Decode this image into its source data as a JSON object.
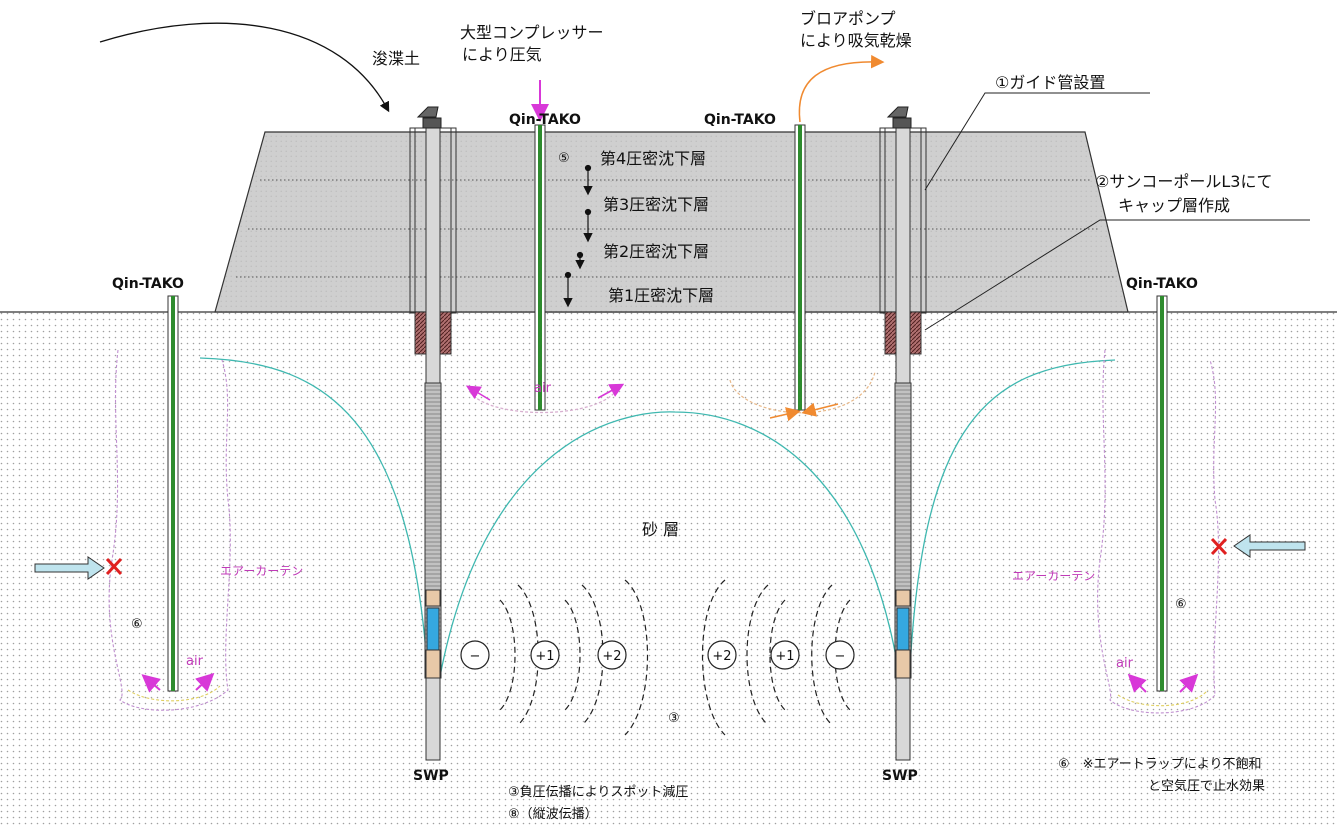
{
  "labels": {
    "dredged_soil": "浚渫土",
    "compressor": [
      "大型コンプレッサー",
      "により圧気"
    ],
    "blower": [
      "ブロアポンプ",
      "により吸気乾燥"
    ],
    "guide_pipe": "①ガイド管設置",
    "cap_layer": [
      "②サンコーポールL3にて",
      "キャップ層作成"
    ],
    "qin_tako": "Qin-TAKO",
    "layer4": "第4圧密沈下層",
    "layer3": "第3圧密沈下層",
    "layer2": "第2圧密沈下層",
    "layer1": "第1圧密沈下層",
    "circle5": "⑤",
    "sand_layer": "砂 層",
    "air": "air",
    "air_curtain": "エアーカーテン",
    "circle6": "⑥",
    "circle3": "③",
    "swp": "SWP",
    "bottom_note_1": "③負圧伝播によりスポット減圧",
    "bottom_note_2": "⑧（縦波伝播）",
    "right_note_1": "⑥　※エアートラップにより不飽和",
    "right_note_2": "と空気圧で止水効果",
    "pressure_marks": [
      "−",
      "+1",
      "+2",
      "+2",
      "+1",
      "−"
    ]
  },
  "colors": {
    "embankment": "#c8c8c8",
    "ground_dots": "#9a9a9a",
    "green_pipe": "#2e8b2e",
    "cyan_curve": "#3fb8b0",
    "magenta": "#d838d8",
    "orange": "#f08a30",
    "red_x": "#e02020",
    "arrow_blue": "#bfe4ee"
  }
}
